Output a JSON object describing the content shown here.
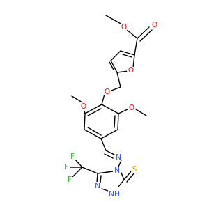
{
  "atoms": {
    "o_ester_carbonyl": "O",
    "o_ester_single": "O",
    "o_furan": "O",
    "o_ether": "O",
    "o_methoxy_left": "O",
    "o_methoxy_right": "O",
    "n_imine": "N",
    "n_triazole_4": "N",
    "n_triazole_3": "N",
    "nh_triazole": "NH",
    "s_thione": "S",
    "f_1": "F",
    "f_2": "F",
    "f_3": "F"
  },
  "colors": {
    "oxygen": "#ff0d0d",
    "nitrogen": "#3050f8",
    "sulfur": "#c8a800",
    "fluorine": "#2fc22f",
    "bond": "#000000"
  }
}
